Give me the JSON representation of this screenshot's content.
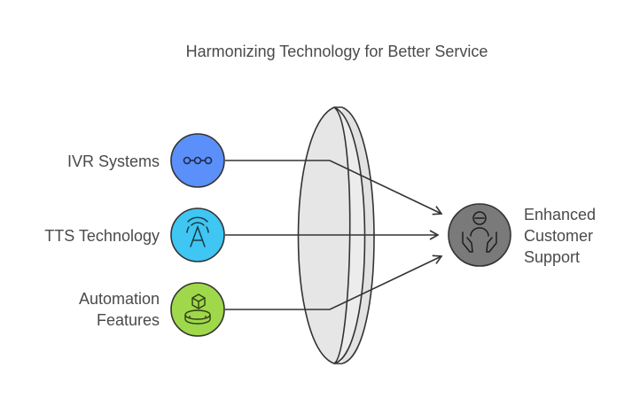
{
  "title": "Harmonizing Technology for Better Service",
  "inputs": [
    {
      "label": "IVR Systems",
      "icon": "ivr-connection-icon",
      "color": "#5b8ff9"
    },
    {
      "label": "TTS Technology",
      "icon": "tts-broadcast-icon",
      "color": "#3fc6f2"
    },
    {
      "label_line1": "Automation",
      "label_line2": "Features",
      "icon": "automation-box-icon",
      "color": "#9fd84a"
    }
  ],
  "output": {
    "label_line1": "Enhanced",
    "label_line2": "Customer",
    "label_line3": "Support",
    "icon": "customer-support-icon",
    "color": "#7a7a7a"
  },
  "colors": {
    "text": "#4a4a4a",
    "lens_fill": "#e6e6e6",
    "stroke": "#333333"
  }
}
